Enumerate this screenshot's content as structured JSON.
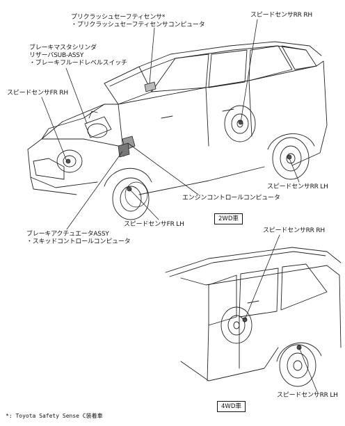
{
  "top_center_label": {
    "line1": "プリクラッシュセーフティセンサ*",
    "line2": "・プリクラッシュセーフティセンサコンピュータ"
  },
  "brake_master_label": {
    "line1": "ブレーキマスタシリンダ",
    "line2": "リザーバSUB-ASSY",
    "line3": "・ブレーキフルードレベルスイッチ"
  },
  "speed_sensor_fr_rh": "スピードセンサFR RH",
  "speed_sensor_rr_rh_2wd": "スピードセンサRR RH",
  "speed_sensor_rr_lh_2wd": "スピードセンサRR LH",
  "engine_computer": "エンジンコントロールコンピュータ",
  "speed_sensor_fr_lh": "スピードセンサFR LH",
  "brake_actuator_label": {
    "line1": "ブレーキアクチュエータASSY",
    "line2": "・スキッドコントロールコンピュータ"
  },
  "badge_2wd": "2WD車",
  "speed_sensor_rr_rh_4wd": "スピードセンサRR RH",
  "speed_sensor_rr_lh_4wd": "スピードセンサRR LH",
  "badge_4wd": "4WD車",
  "footnote": "*: Toyota Safety Sense C装着車"
}
